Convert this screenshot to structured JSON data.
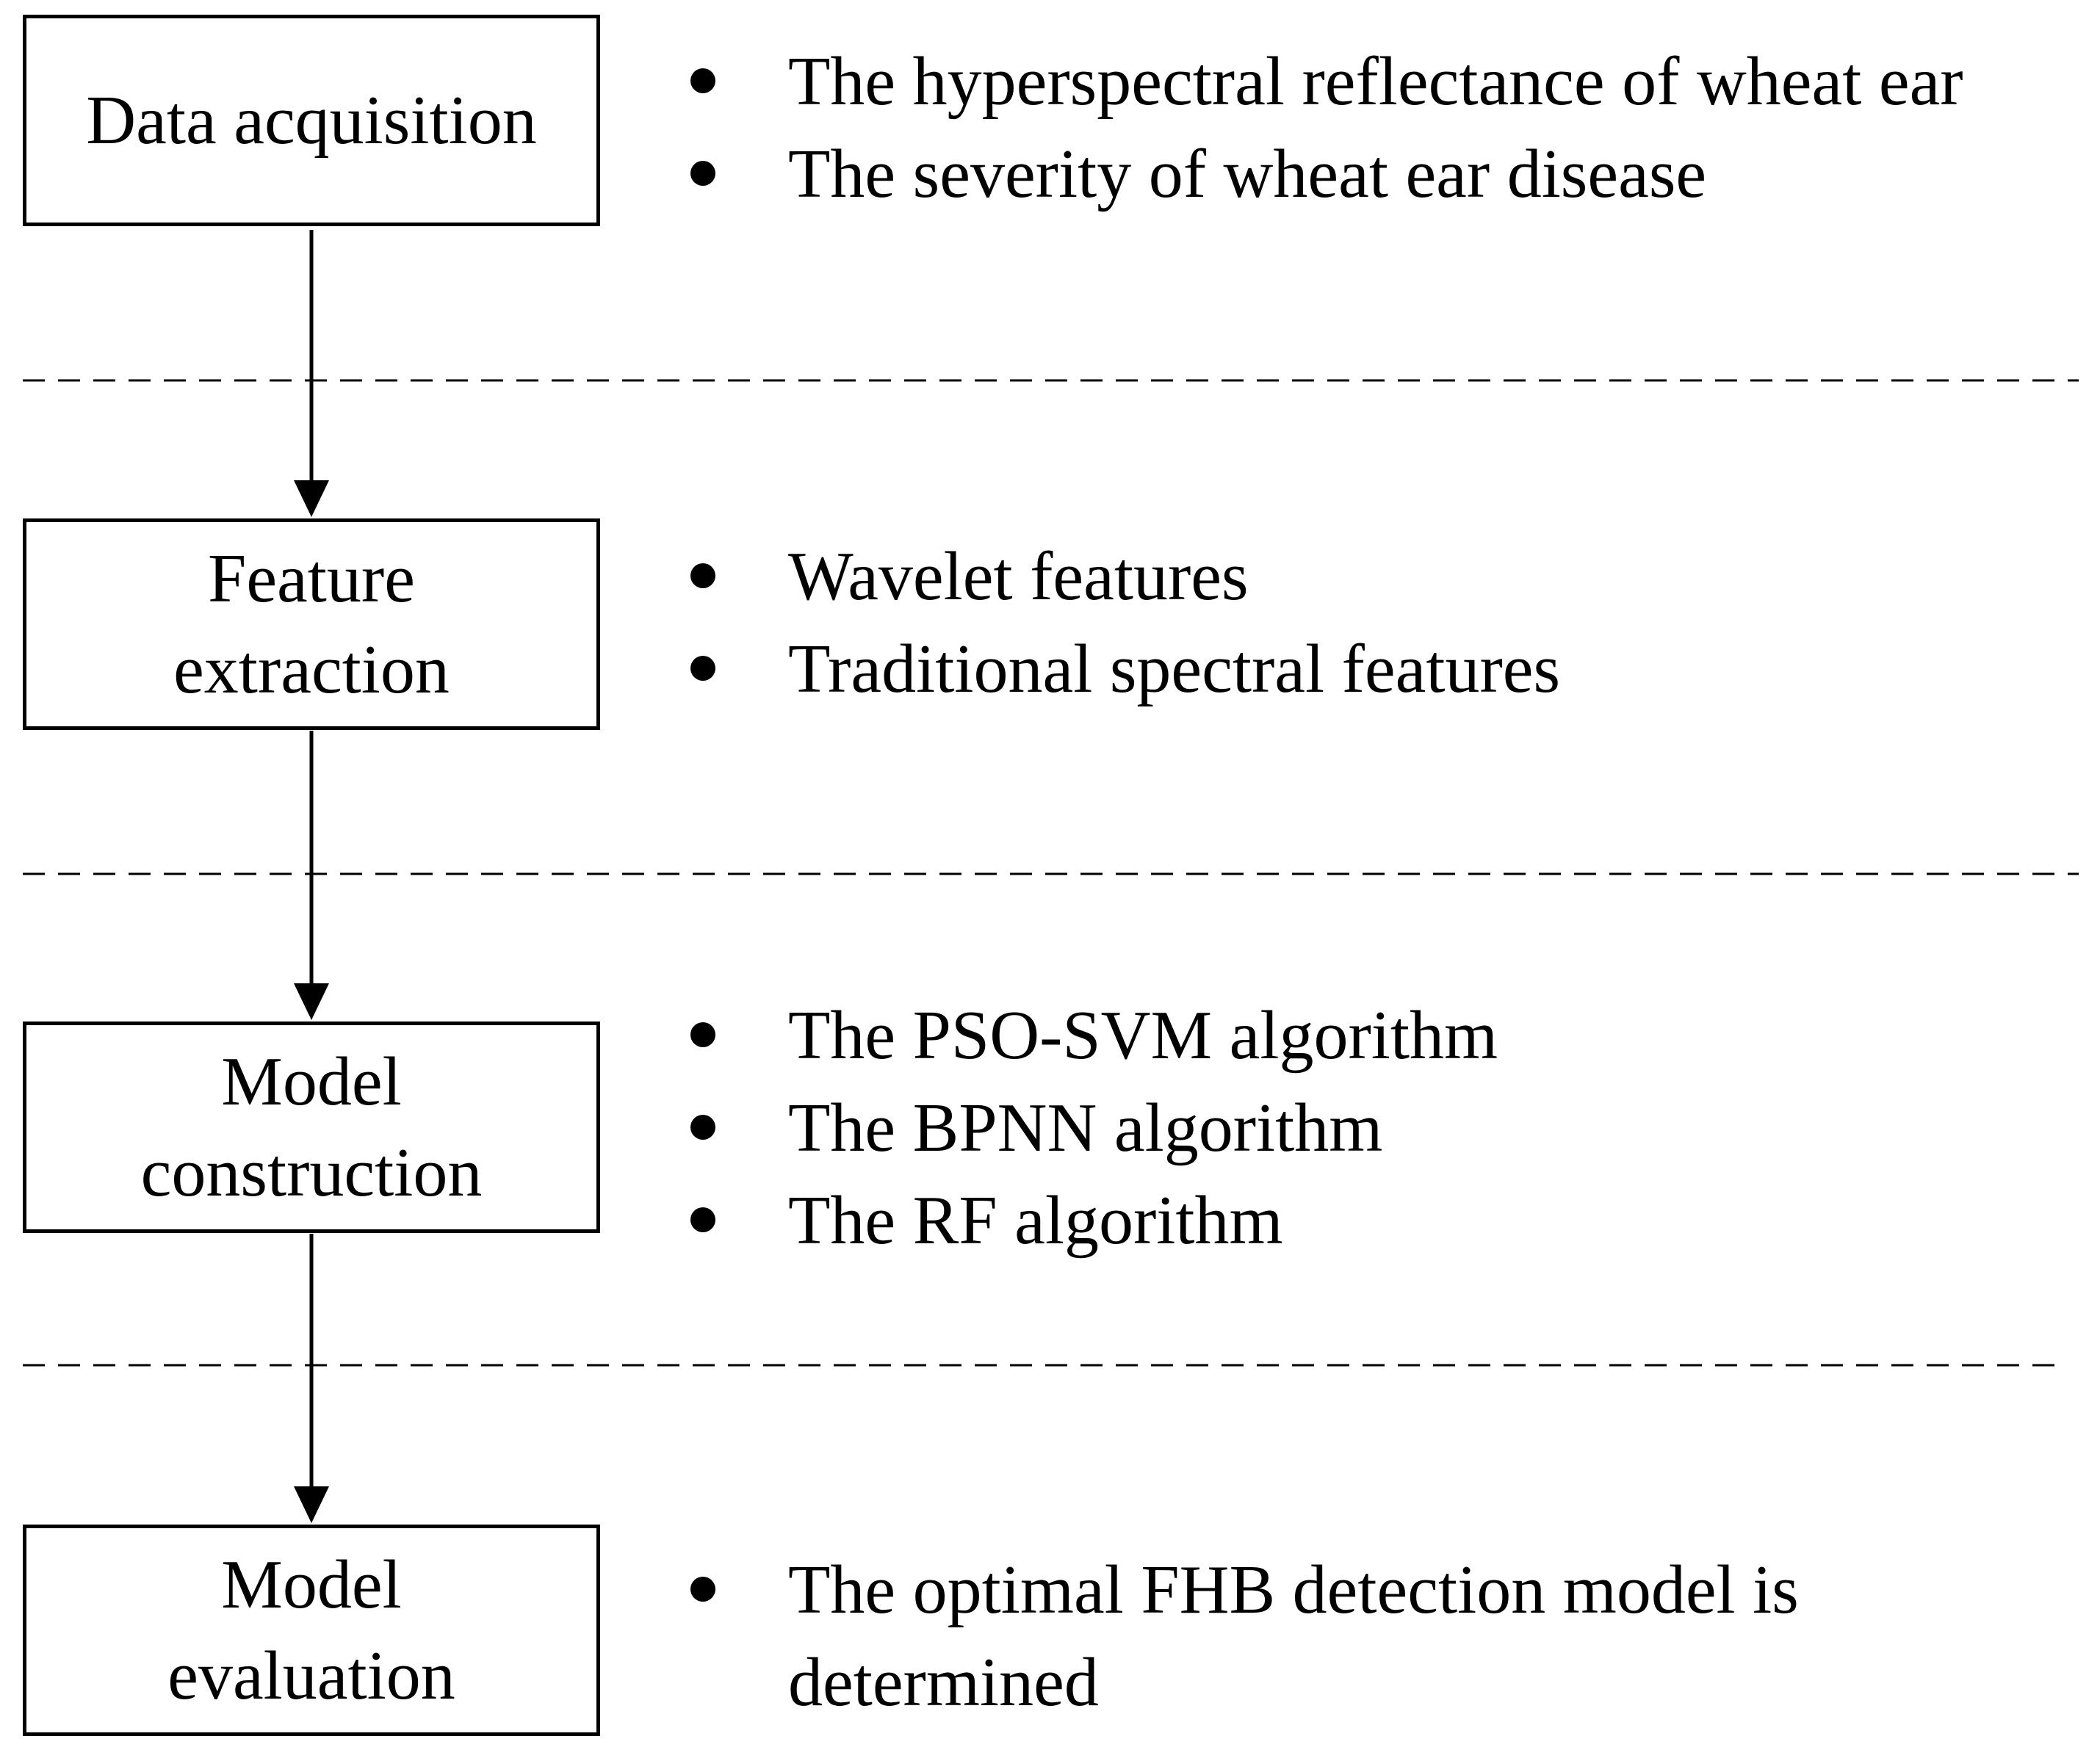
{
  "stages": [
    {
      "label": "Data acquisition",
      "bullets": [
        "The hyperspectral reflectance of wheat ear",
        "The severity of wheat ear disease"
      ]
    },
    {
      "label": "Feature\nextraction",
      "bullets": [
        "Wavelet features",
        "Traditional spectral features"
      ]
    },
    {
      "label": "Model\nconstruction",
      "bullets": [
        "The PSO-SVM algorithm",
        "The BPNN algorithm",
        "The RF algorithm"
      ]
    },
    {
      "label": "Model\nevaluation",
      "bullets": [
        "The optimal FHB detection model is\ndetermined"
      ]
    }
  ],
  "colors": {
    "line": "#000000",
    "background": "#ffffff"
  }
}
